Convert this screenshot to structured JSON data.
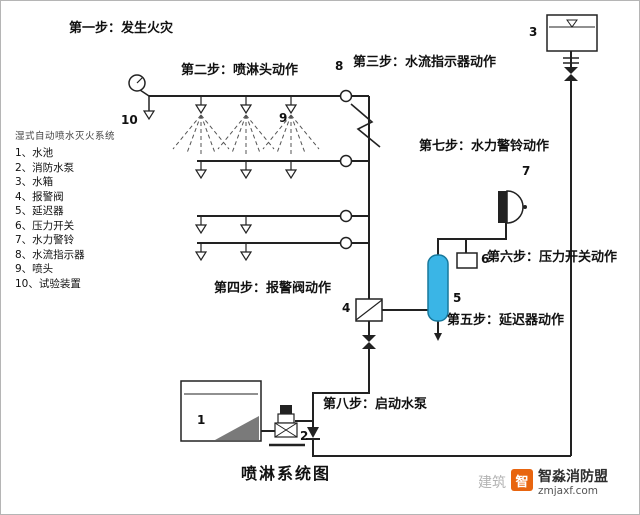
{
  "diagram_title": "喷淋系统图",
  "steps": [
    {
      "label": "第一步：发生火灾"
    },
    {
      "label": "第二步：喷淋头动作"
    },
    {
      "label": "第三步：水流指示器动作"
    },
    {
      "label": "第四步：报警阀动作"
    },
    {
      "label": "第五步：延迟器动作"
    },
    {
      "label": "第六步：压力开关动作"
    },
    {
      "label": "第七步：水力警铃动作"
    },
    {
      "label": "第八步：启动水泵"
    }
  ],
  "legend": {
    "heading": "湿式自动喷水灭火系统",
    "items": [
      "1、水池",
      "2、消防水泵",
      "3、水箱",
      "4、报警阀",
      "5、延迟器",
      "6、压力开关",
      "7、水力警铃",
      "8、水流指示器",
      "9、喷头",
      "10、试验装置"
    ]
  },
  "markers": [
    "1",
    "2",
    "3",
    "4",
    "5",
    "6",
    "7",
    "8",
    "9",
    "10"
  ],
  "watermark": {
    "prefix": "建筑",
    "logo_glyph": "智",
    "brand": "智淼消防盟",
    "site": "zmjaxf.com"
  },
  "colors": {
    "delay_device": "#3ab5e6",
    "delay_device_stroke": "#17789c",
    "watermark_accent": "#e8650f",
    "pipe": "#222222"
  }
}
